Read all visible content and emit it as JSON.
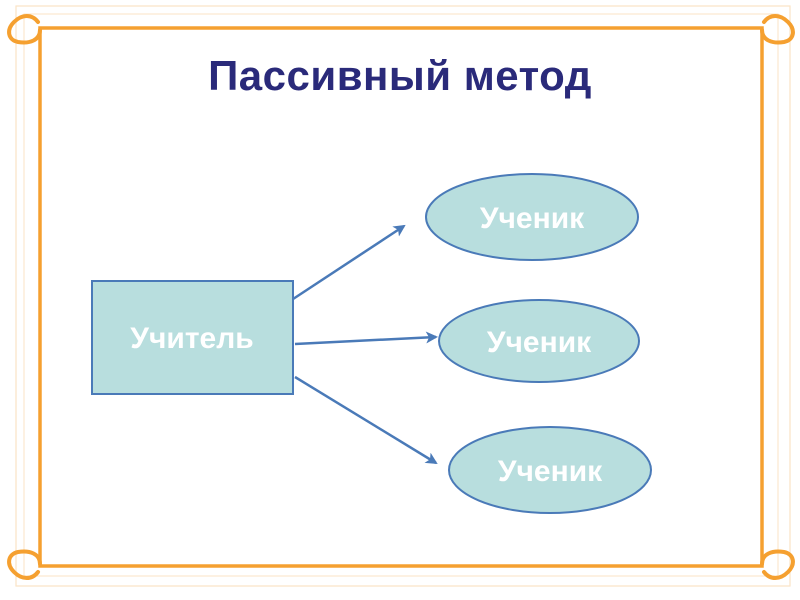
{
  "title": "Пассивный метод",
  "teacher": {
    "label": "Учитель"
  },
  "students": [
    {
      "label": "Ученик"
    },
    {
      "label": "Ученик"
    },
    {
      "label": "Ученик"
    }
  ],
  "colors": {
    "frame_orange": "#f5a030",
    "node_fill": "#b8dede",
    "node_stroke": "#4a7ab8",
    "arrow": "#4a7ab8",
    "title": "#2a2a7a",
    "label": "#ffffff"
  }
}
